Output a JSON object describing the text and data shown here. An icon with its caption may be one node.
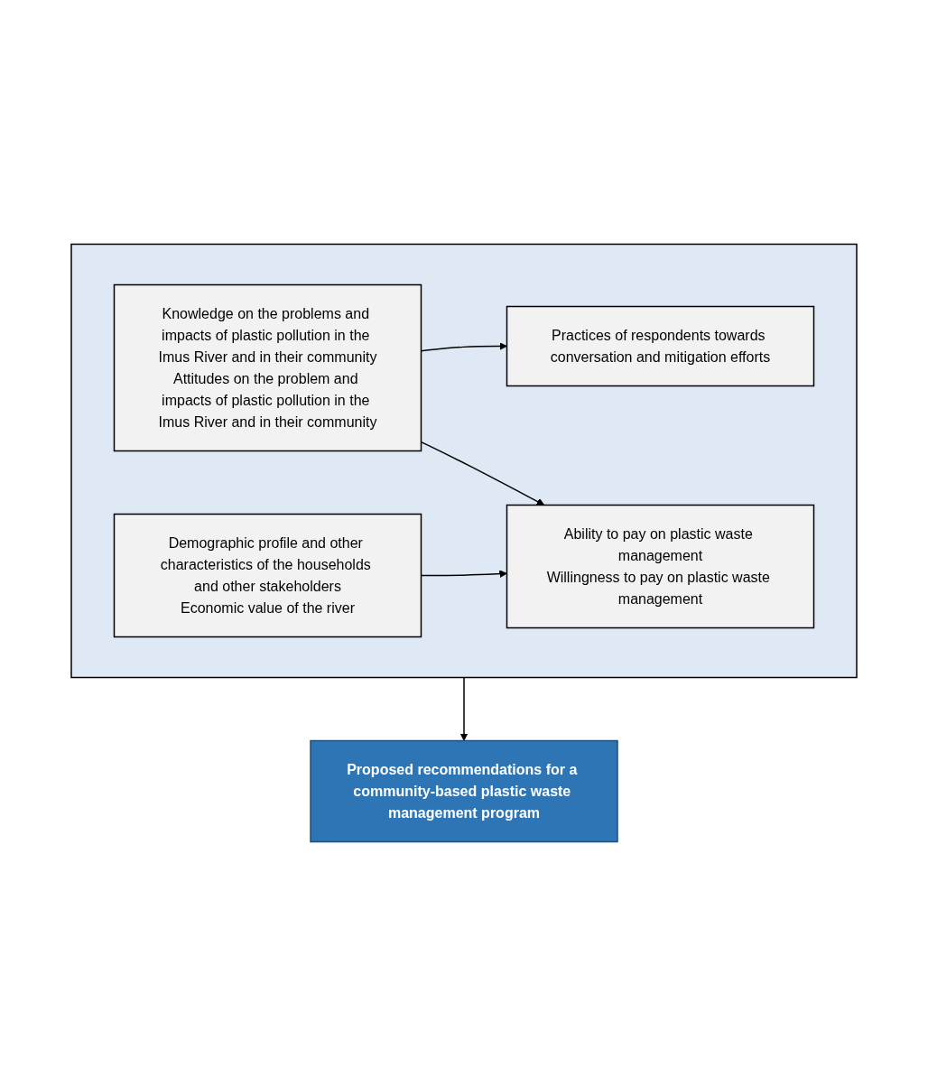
{
  "diagram": {
    "nodes": [
      {
        "text": [],
        "shape": "box"
      },
      {
        "text": [
          "Knowledge on the problems and impacts of plastic pollution in the Imus River and in their community",
          "Attitudes on the problem and impacts of plastic pollution in the Imus River and in their community"
        ],
        "in": 0
      },
      {
        "text": [
          "Practices of respondents towards conversation and mitigation efforts"
        ],
        "in": 0
      },
      {
        "text": [
          "Demographic profile and other characteristics of the households and other stakeholders",
          "Economic value of the river"
        ],
        "in": 0
      },
      {
        "text": [
          "Ability to pay on plastic waste management",
          "Willingness to pay on plastic waste management"
        ],
        "in": 0
      },
      {
        "text": [
          "Proposed recommendations for a community-based plastic waste management program"
        ]
      }
    ],
    "edges": [
      {
        "from": 1,
        "to": 2,
        "arrow": "to"
      },
      {
        "from": 1,
        "to": 4,
        "arrow": "to"
      },
      {
        "from": 3,
        "to": 4,
        "arrow": "to"
      },
      {
        "from": 0,
        "to": 5,
        "arrow": "to"
      }
    ]
  }
}
